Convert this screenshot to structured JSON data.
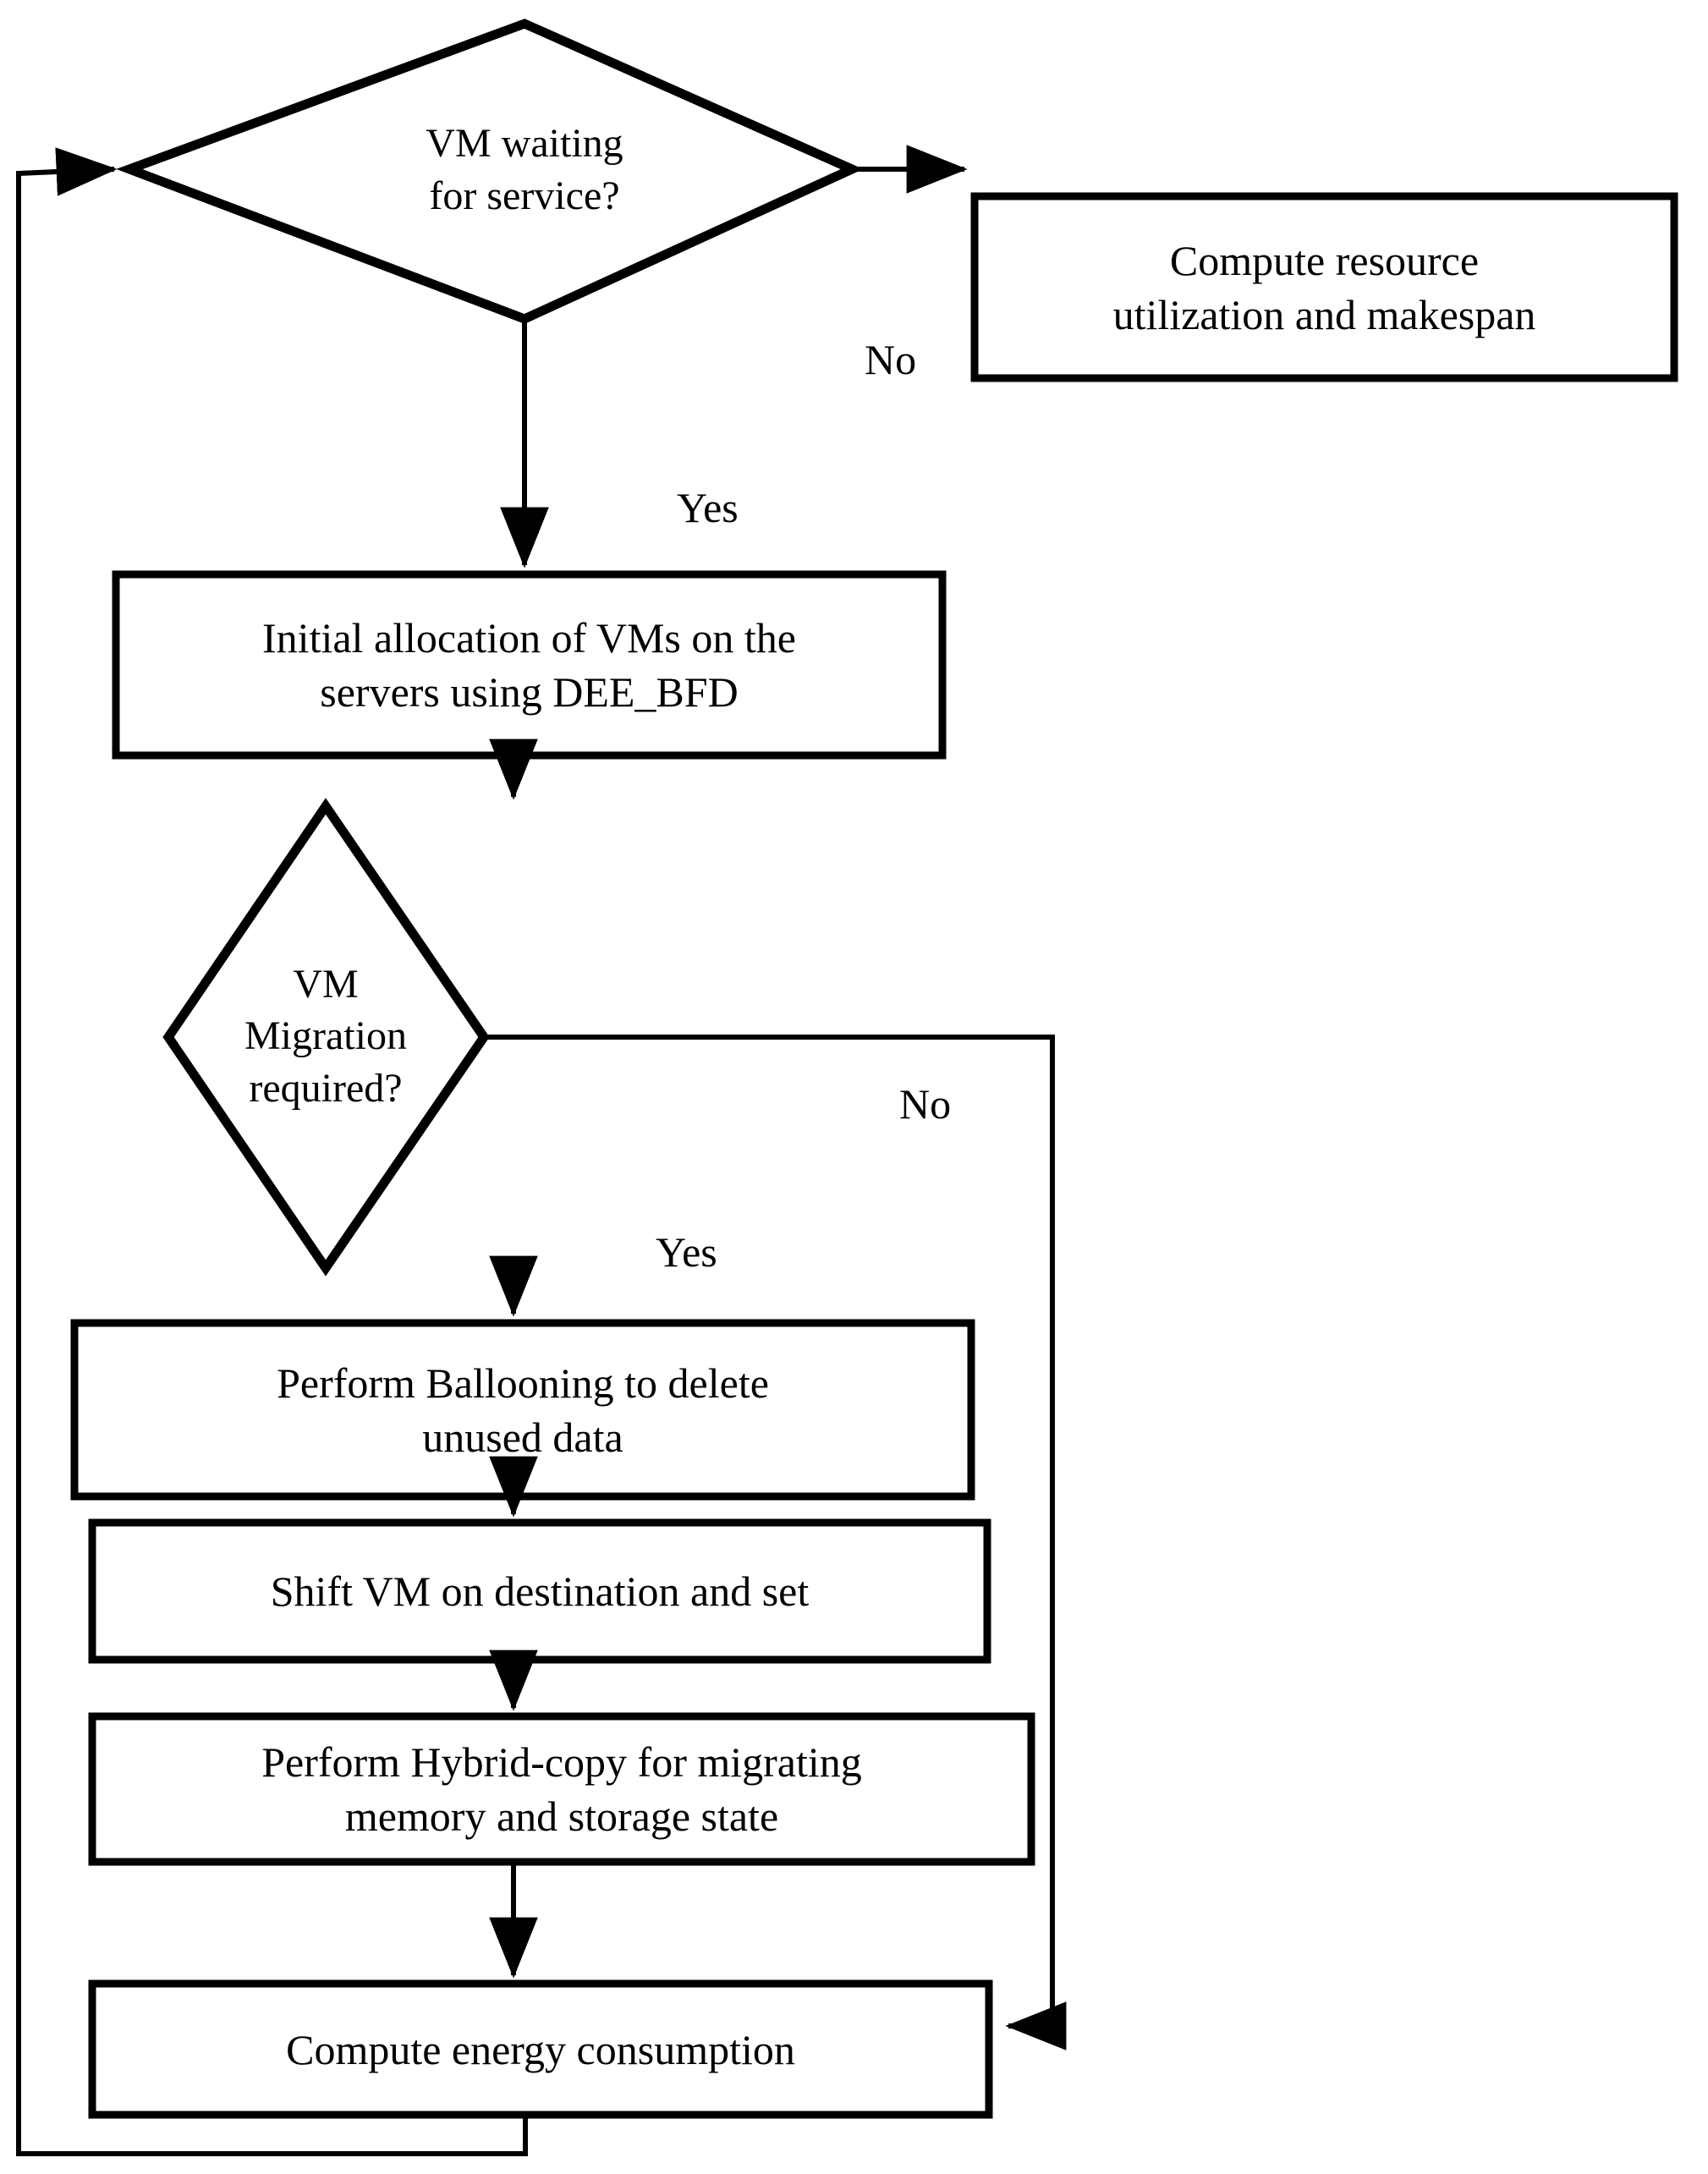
{
  "diagram": {
    "title": "VM migration and energy-aware scheduling flowchart",
    "type": "flowchart",
    "stroke_color": "#000000",
    "fill_color": "#ffffff",
    "background_color": "#ffffff",
    "nodes": [
      {
        "id": "vm-waiting-decision",
        "shape": "diamond",
        "text": "VM  waiting\nfor service?"
      },
      {
        "id": "compute-resource-utilization",
        "shape": "process",
        "text": "Compute resource\nutilization and makespan"
      },
      {
        "id": "initial-allocation",
        "shape": "process",
        "text": "Initial allocation of VMs on the\nservers using DEE_BFD"
      },
      {
        "id": "vm-migration-decision",
        "shape": "diamond",
        "text": "VM\nMigration\nrequired?"
      },
      {
        "id": "perform-ballooning",
        "shape": "process",
        "text": "Perform Ballooning to delete\nunused data"
      },
      {
        "id": "shift-vm",
        "shape": "process",
        "text": "Shift VM on destination and set"
      },
      {
        "id": "perform-hybrid-copy",
        "shape": "process",
        "text": "Perform Hybrid-copy for migrating\nmemory and storage state"
      },
      {
        "id": "compute-energy",
        "shape": "process",
        "text": "Compute energy consumption"
      }
    ],
    "edge_labels": [
      {
        "id": "waiting-no",
        "text": "No"
      },
      {
        "id": "waiting-yes",
        "text": "Yes"
      },
      {
        "id": "migration-no",
        "text": "No"
      },
      {
        "id": "migration-yes",
        "text": "Yes"
      }
    ]
  }
}
